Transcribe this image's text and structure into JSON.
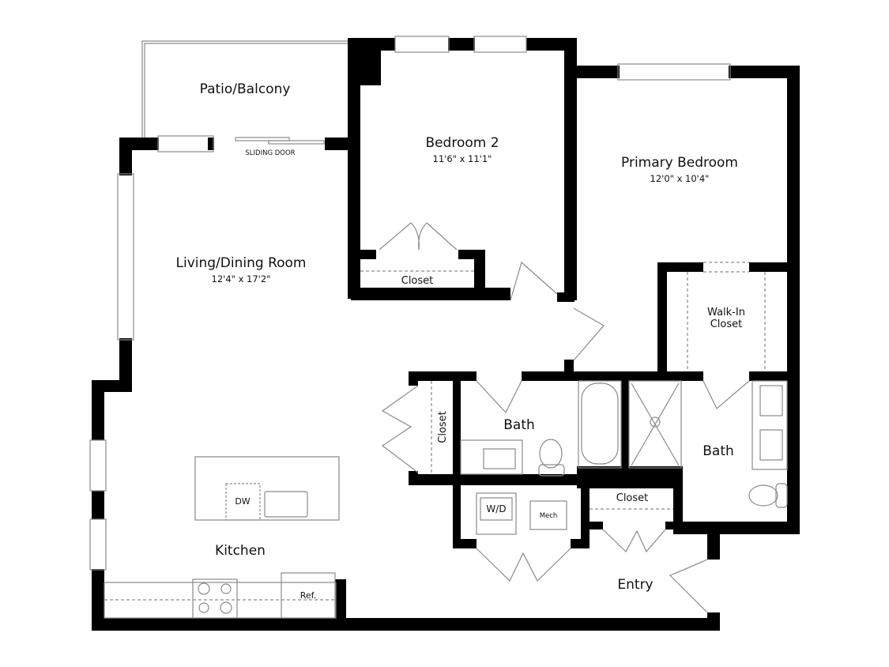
{
  "floor_plan": {
    "rooms": [
      {
        "id": "patio",
        "name": "Patio/Balcony",
        "dimensions": ""
      },
      {
        "id": "bedroom2",
        "name": "Bedroom 2",
        "dimensions": "11'6\" x 11'1\""
      },
      {
        "id": "primary_bedroom",
        "name": "Primary Bedroom",
        "dimensions": "12'0\" x 10'4\""
      },
      {
        "id": "living_dining",
        "name": "Living/Dining Room",
        "dimensions": "12'4\" x 17'2\""
      },
      {
        "id": "kitchen",
        "name": "Kitchen",
        "dimensions": ""
      },
      {
        "id": "entry",
        "name": "Entry",
        "dimensions": ""
      },
      {
        "id": "bath_hall",
        "name": "Bath",
        "dimensions": ""
      },
      {
        "id": "bath_primary",
        "name": "Bath",
        "dimensions": ""
      },
      {
        "id": "walk_in_closet",
        "name": "Walk-In Closet",
        "line1": "Walk-In",
        "line2": "Closet"
      },
      {
        "id": "closet_bedroom2",
        "name": "Closet"
      },
      {
        "id": "closet_hall",
        "name": "Closet"
      },
      {
        "id": "closet_entry",
        "name": "Closet"
      }
    ],
    "annotations": {
      "sliding_door": "SLIDING DOOR",
      "dishwasher": "DW",
      "washer_dryer": "W/D",
      "mechanical": "Mech",
      "refrigerator": "Ref."
    },
    "colors": {
      "wall": "#000000",
      "fixture": "#8a8a8a",
      "background": "#ffffff"
    }
  }
}
